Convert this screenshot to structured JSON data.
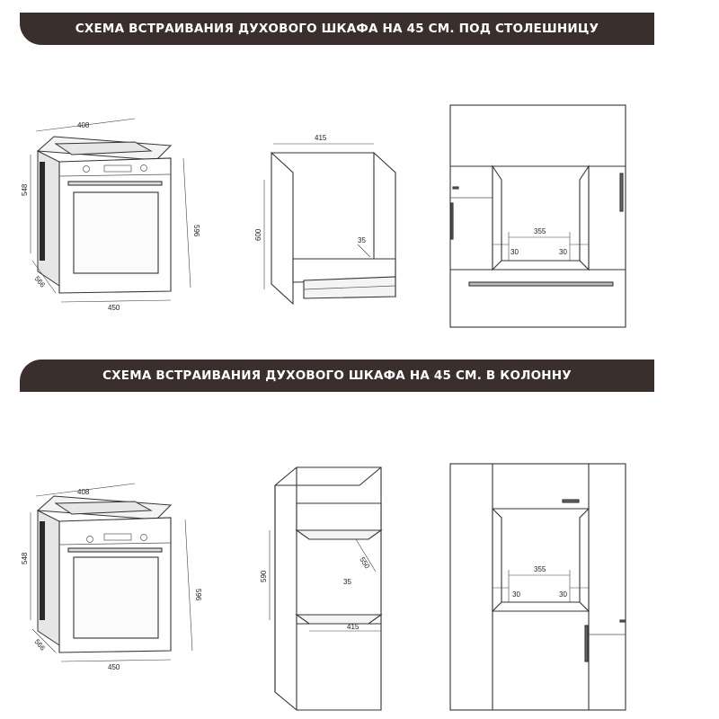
{
  "banners": {
    "top": "СХЕМА ВСТРАИВАНИЯ ДУХОВОГО ШКАФА НА 45 СМ. ПОД СТОЛЕШНИЦУ",
    "bottom": "СХЕМА ВСТРАИВАНИЯ ДУХОВОГО ШКАФА НА 45 СМ. В КОЛОННУ"
  },
  "section_top": {
    "oven": {
      "depth": "408",
      "height_left": "548",
      "height_right": "596",
      "base_depth": "566",
      "width": "450"
    },
    "niche": {
      "width": "415",
      "height": "600",
      "gap": "35"
    },
    "front": {
      "inner_width": "355",
      "left_gap": "30",
      "right_gap": "30"
    }
  },
  "section_bottom": {
    "oven": {
      "depth": "408",
      "height_left": "548",
      "height_right": "596",
      "base_depth": "566",
      "width": "450"
    },
    "niche": {
      "height": "590",
      "depth": "550",
      "gap": "35",
      "width": "415"
    },
    "front": {
      "inner_width": "355",
      "left_gap": "30",
      "right_gap": "30"
    }
  }
}
